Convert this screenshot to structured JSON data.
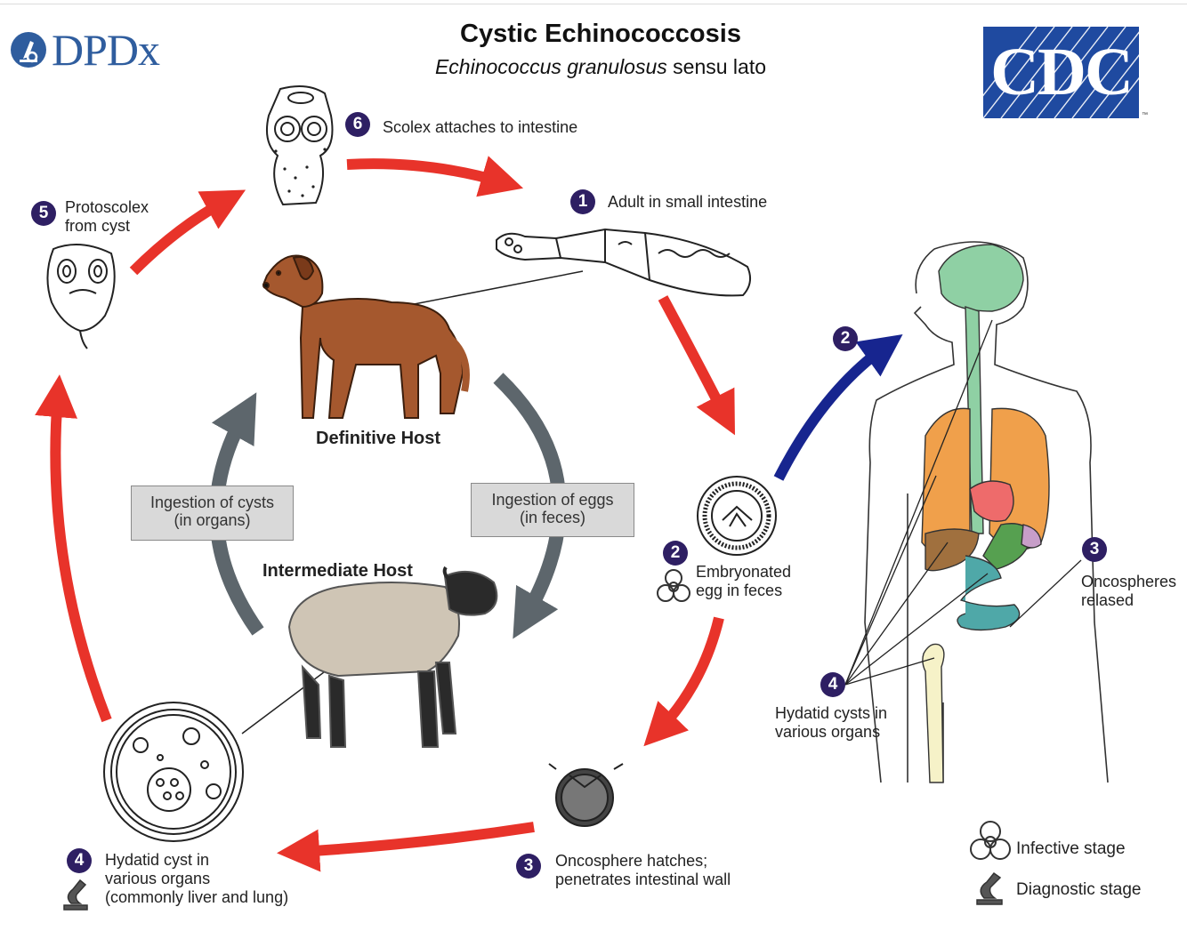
{
  "header": {
    "title": "Cystic Echinococcosis",
    "subtitle_italic": "Echinococcus granulosus",
    "subtitle_rest": " sensu lato"
  },
  "logos": {
    "dpdx": "DPDx",
    "cdc": "CDC",
    "tm": "™"
  },
  "hosts": {
    "definitive": "Definitive Host",
    "intermediate": "Intermediate Host"
  },
  "boxes": {
    "cysts_line1": "Ingestion of cysts",
    "cysts_line2": "(in organs)",
    "eggs_line1": "Ingestion of eggs",
    "eggs_line2": "(in feces)"
  },
  "stages": {
    "s1_num": "1",
    "s1": "Adult in small intestine",
    "s2_num": "2",
    "s2_line1": "Embryonated",
    "s2_line2": "egg in feces",
    "s3_num": "3",
    "s3_line1": "Oncosphere hatches;",
    "s3_line2": "penetrates intestinal wall",
    "s4_num": "4",
    "s4_line1": "Hydatid cyst in",
    "s4_line2": "various organs",
    "s4_line3": "(commonly liver and lung)",
    "s5_num": "5",
    "s5_line1": "Protoscolex",
    "s5_line2": "from cyst",
    "s6_num": "6",
    "s6": "Scolex attaches to intestine"
  },
  "human": {
    "h2_num": "2",
    "h3_num": "3",
    "h3_line1": "Oncospheres",
    "h3_line2": "relased",
    "h4_num": "4",
    "h4_line1": "Hydatid cysts in",
    "h4_line2": "various organs"
  },
  "legend": {
    "infective": "Infective stage",
    "diagnostic": "Diagnostic stage"
  },
  "colors": {
    "red_arrow": "#e8332a",
    "blue_arrow": "#17258f",
    "gray_arrow": "#5d666c",
    "badge": "#2e1f63",
    "dog": "#a5582e",
    "sheep": "#cfc5b5",
    "brain": "#8fd0a4",
    "lungs": "#f0a04b",
    "heart": "#ee6b6b",
    "liver": "#a0703e",
    "intestine": "#4fa8a8",
    "bone": "#f6f2c8"
  },
  "icons": [
    "biohazard-icon",
    "microscope-icon"
  ]
}
